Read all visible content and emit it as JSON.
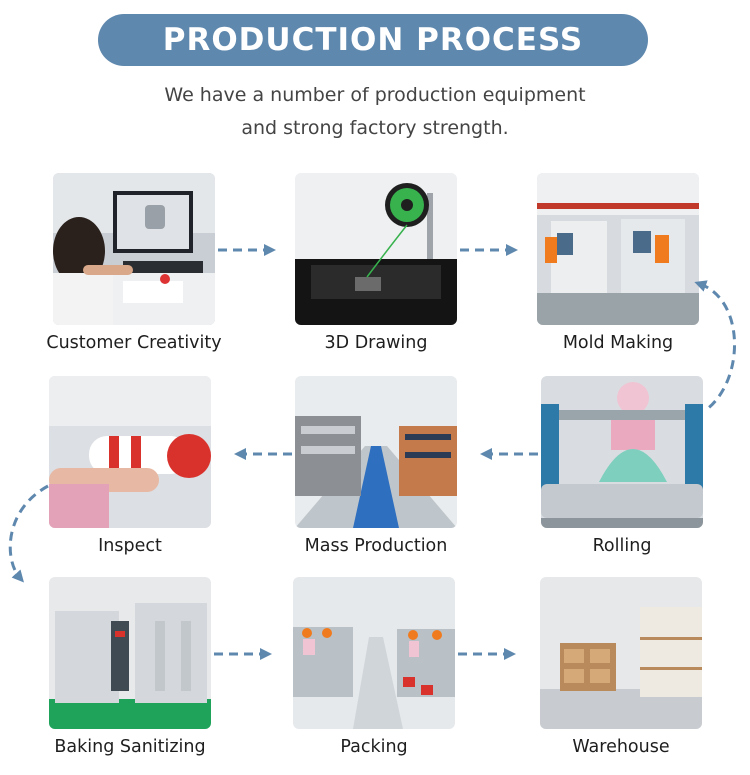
{
  "header": {
    "title": "PRODUCTION PROCESS",
    "subtitle_line1": "We have a number of production equipment",
    "subtitle_line2": "and strong factory strength."
  },
  "steps": [
    {
      "label": "Customer Creativity"
    },
    {
      "label": "3D Drawing"
    },
    {
      "label": "Mold Making"
    },
    {
      "label": "Inspect"
    },
    {
      "label": "Mass Production"
    },
    {
      "label": "Rolling"
    },
    {
      "label": "Baking Sanitizing"
    },
    {
      "label": "Packing"
    },
    {
      "label": "Warehouse"
    }
  ],
  "colors": {
    "accent": "#5f88ae",
    "arrow": "#5f88ae",
    "text": "#1e1e1e"
  }
}
